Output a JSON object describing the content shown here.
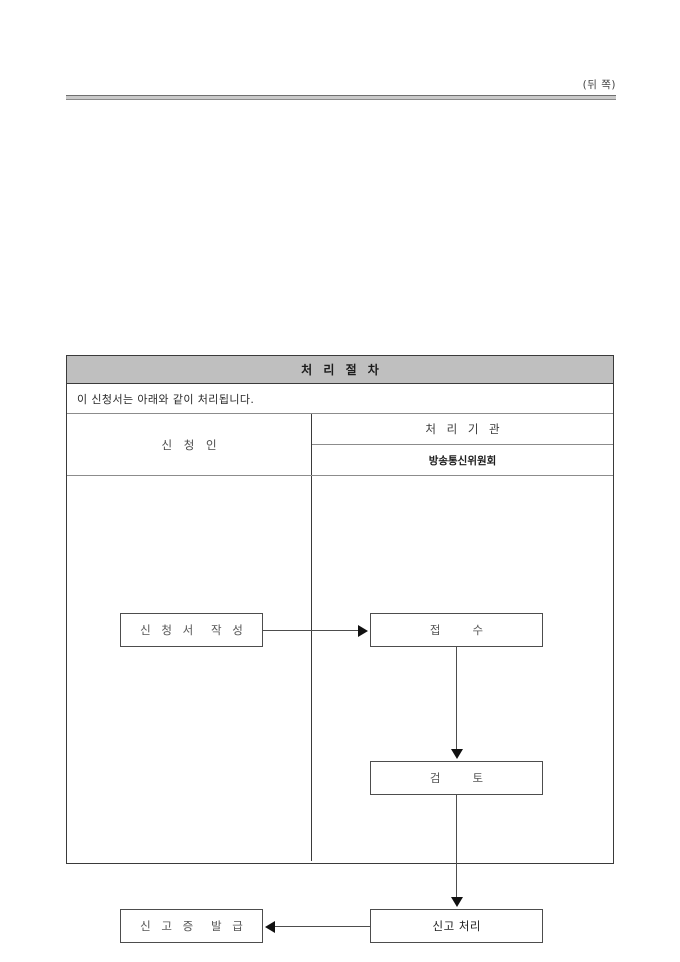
{
  "page": {
    "header_label": "(뒤 쪽)"
  },
  "procedure": {
    "title": "처 리 절 차",
    "note": "이 신청서는 아래와 같이 처리됩니다.",
    "columns": {
      "applicant": "신 청 인",
      "agency": "처 리 기 관",
      "agency_name": "방송통신위원회"
    },
    "steps": [
      {
        "id": "apply",
        "label": "신 청 서  작 성"
      },
      {
        "id": "receive",
        "label": "접    수"
      },
      {
        "id": "review",
        "label": "검    토"
      },
      {
        "id": "process",
        "label": "신고 처리"
      },
      {
        "id": "issue",
        "label": "신 고 증  발 급"
      }
    ]
  },
  "colors": {
    "title_bar_bg": "#bfbfbf",
    "border": "#3a3a3a",
    "box_border": "#4d4d4d",
    "box_text": "#565656",
    "arrow": "#111111"
  }
}
